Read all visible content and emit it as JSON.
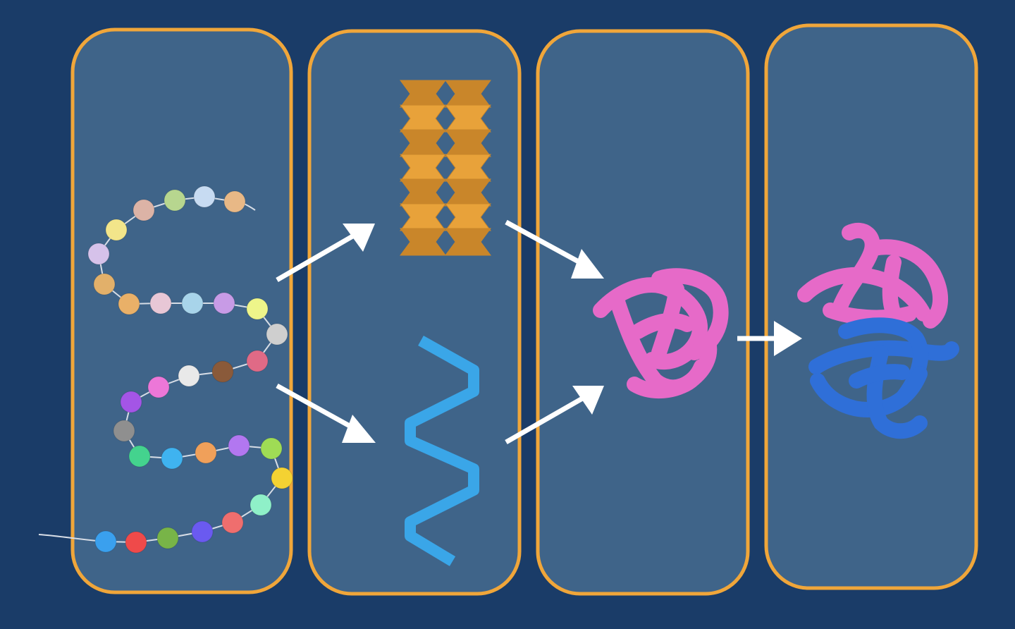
{
  "diagram": {
    "kind": "protein-structure-levels",
    "panels": [
      {
        "id": "primary",
        "depicts": "amino-acid-chain"
      },
      {
        "id": "secondary",
        "depicts": [
          "beta-sheet",
          "alpha-helix"
        ]
      },
      {
        "id": "tertiary",
        "depicts": "folded-polypeptide"
      },
      {
        "id": "quaternary",
        "depicts": "multi-subunit-complex"
      }
    ]
  },
  "colors": {
    "background": "#1a3c68",
    "panel_fill": "#3f6489",
    "panel_border": "#f0a63a",
    "arrow": "#ffffff",
    "beta_sheet": "#e8a23a",
    "beta_sheet_dark": "#c9862a",
    "alpha_helix": "#3aa6e8",
    "tertiary_chain": "#e66ac8",
    "quaternary_chain_2": "#2f6fd8",
    "chain_line": "#d7dde6",
    "beads": [
      "#dcb3a6",
      "#b7d68f",
      "#c7dbf2",
      "#e8b886",
      "#f2e58a",
      "#d6c2ea",
      "#e2b06a",
      "#e9b068",
      "#e8c7d6",
      "#a8d4ea",
      "#c89be6",
      "#eef58a",
      "#cfcfcf",
      "#e06a86",
      "#8a5a3a",
      "#e9e9e9",
      "#ec77d8",
      "#a455e6",
      "#8f8f8f",
      "#44d38e",
      "#3fb3f0",
      "#f0a05a",
      "#b277f0",
      "#9fdc55",
      "#f4d232",
      "#8ff0c8",
      "#ef6e6e",
      "#6a5af0",
      "#78b448",
      "#ef4a4a",
      "#3aa0ee"
    ]
  }
}
